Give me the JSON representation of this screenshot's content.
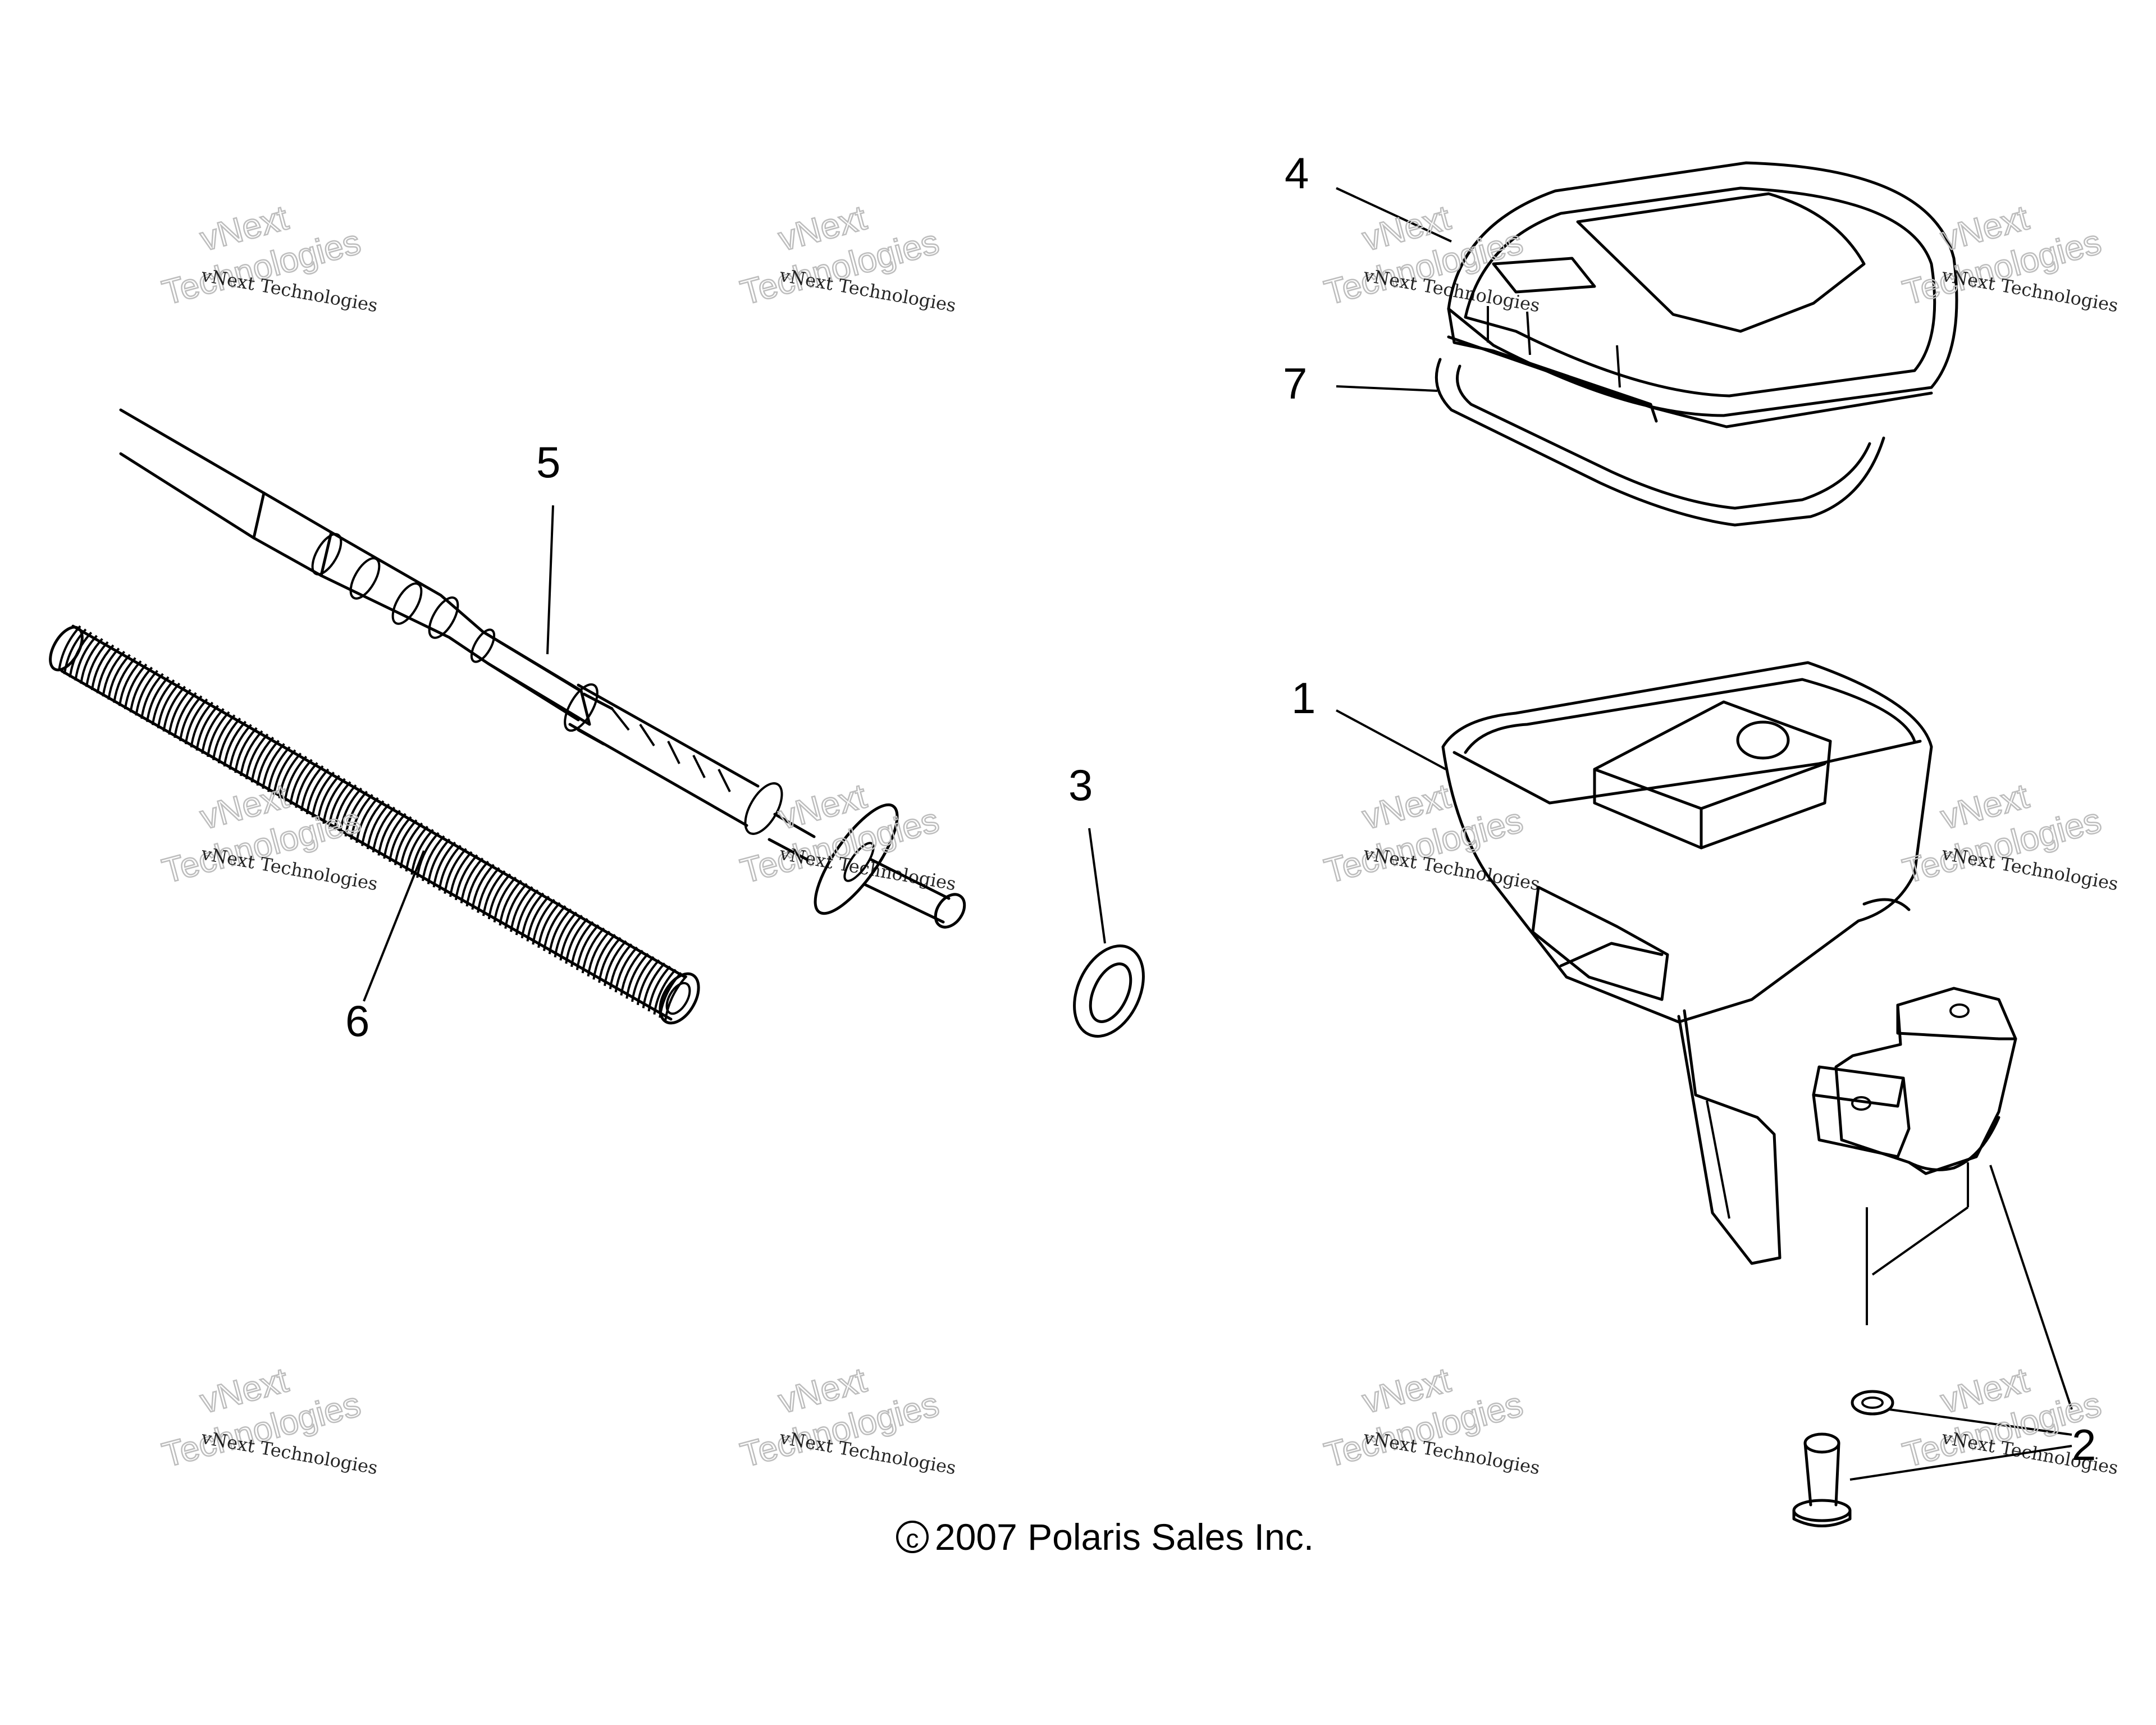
{
  "callouts": {
    "part_1": "1",
    "part_2": "2",
    "part_3": "3",
    "part_4": "4",
    "part_5": "5",
    "part_6": "6",
    "part_7": "7"
  },
  "watermark": {
    "line1": "vNext Technologies",
    "line2": "vNext",
    "line3": "Technologies"
  },
  "copyright": {
    "symbol": "©",
    "text": "2007 Polaris Sales Inc."
  }
}
